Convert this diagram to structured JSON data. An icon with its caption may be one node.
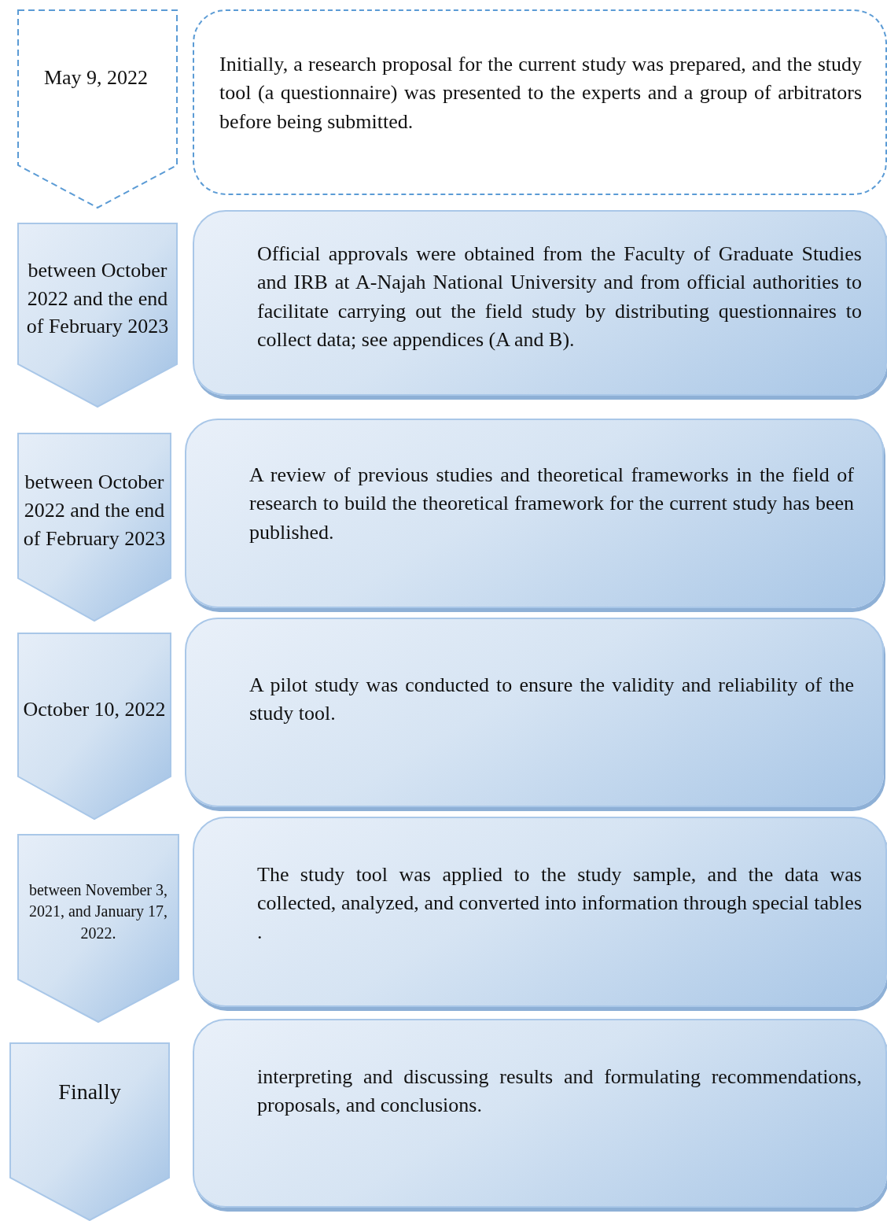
{
  "diagram": {
    "nodes": [
      {
        "text": [
          "May 9, 2022"
        ]
      },
      {
        "text": [
          "Initially, a research proposal for the current study was prepared, and the study tool (a questionnaire) was presented to the experts and a group of arbitrators before being submitted."
        ]
      },
      {
        "text": [
          "between October 2022 and the end of February 2023"
        ]
      },
      {
        "text": [
          "Official approvals were obtained from the Faculty of Graduate Studies and IRB at A-Najah National University and from official authorities to facilitate carrying out the field study by distributing questionnaires to collect data; see appendices (A and B)."
        ]
      },
      {
        "text": [
          "between October 2022 and the end of February 2023"
        ]
      },
      {
        "text": [
          "A review of previous studies and theoretical frameworks in the field of research to build the theoretical framework for the current study has been published."
        ]
      },
      {
        "text": [
          "October 10, 2022"
        ]
      },
      {
        "text": [
          "A pilot study was conducted to ensure the validity and reliability of the study tool."
        ]
      },
      {
        "text": [
          "between November 3, 2021, and January 17, 2022."
        ]
      },
      {
        "text": [
          "The study tool was applied to the study sample, and the data was collected, analyzed, and converted into information through special tables ."
        ]
      },
      {
        "text": [
          "Finally"
        ]
      },
      {
        "text": [
          "interpreting and discussing results and formulating recommendations, proposals, and conclusions."
        ]
      }
    ]
  }
}
